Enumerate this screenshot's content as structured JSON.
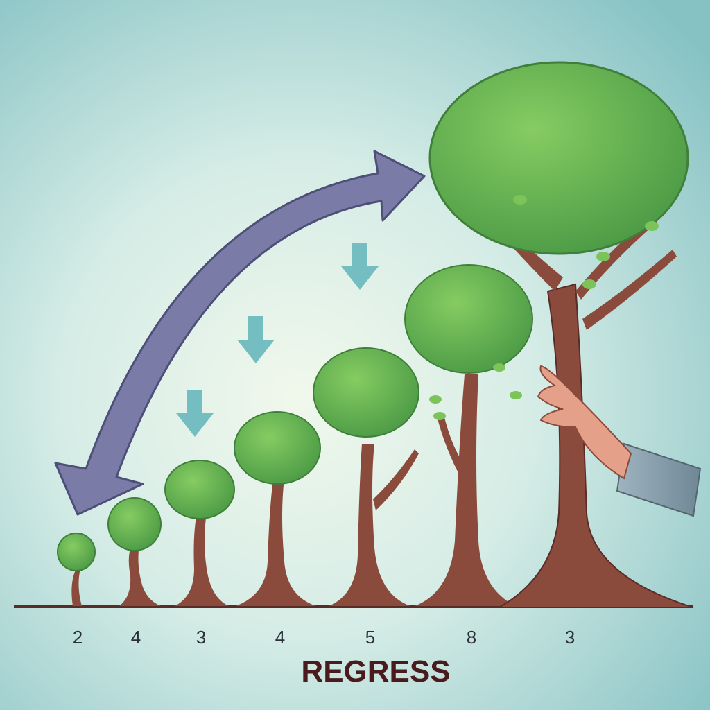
{
  "title": "REGRESS",
  "labels": [
    "2",
    "4",
    "3",
    "4",
    "5",
    "8",
    "3"
  ],
  "colors": {
    "background_outer": "#86c2c4",
    "background_inner": "#f1f8ec",
    "arrow_fill": "#7a7ba6",
    "small_arrow_fill": "#74bdc1",
    "trunk": "#8a4a3c",
    "foliage": "#5fae4f",
    "foliage_light": "#86cc62",
    "skin": "#e5a089",
    "sleeve": "#8fa6b4",
    "ground": "#5a2c28",
    "title_text": "#4a1a1d"
  }
}
